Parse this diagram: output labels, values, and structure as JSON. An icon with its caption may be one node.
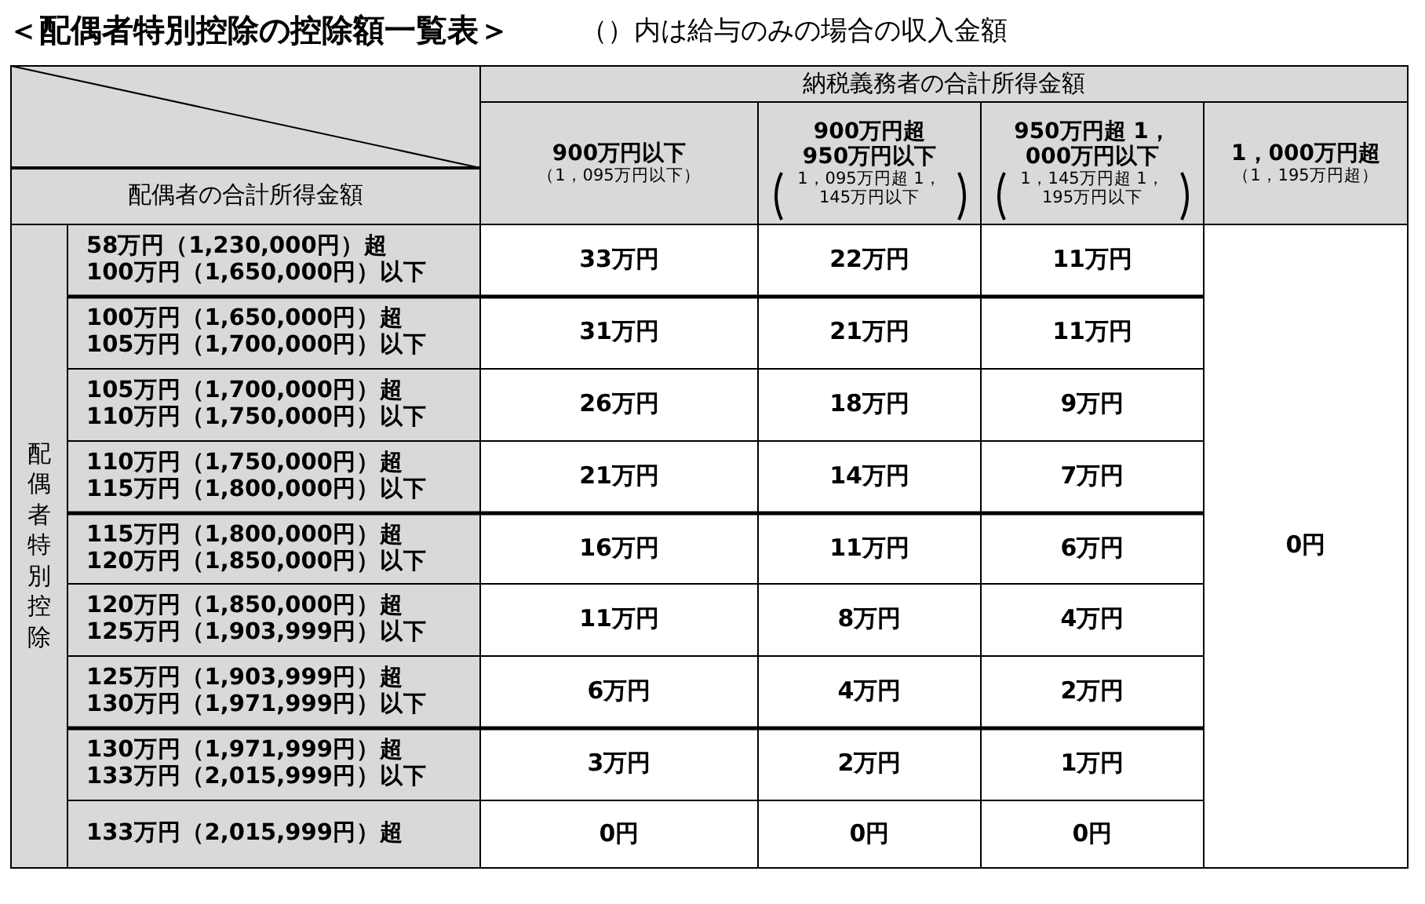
{
  "diagram": {
    "title": "＜配偶者特別控除の控除額一覧表＞",
    "labels": [
      "（）内は給与のみの場合の収入金額",
      "納税義務者の合計所得金額",
      "配偶者の合計所得金額",
      "900万円以下",
      "（1，095万円以下）",
      "900万円超 950万円以下",
      "1，095万円超 1，145万円以下",
      "950万円超 1，000万円以下",
      "1，145万円超 1，195万円以下",
      "1，000万円超",
      "（1，195万円超）",
      "配偶者特別控除",
      "58万円（1,230,000円）超",
      "100万円（1,650,000円）以下",
      "33万円",
      "22万円",
      "11万円",
      "0円",
      "100万円（1,650,000円）超",
      "105万円（1,700,000円）以下",
      "31万円",
      "21万円",
      "11万円",
      "105万円（1,700,000円）超",
      "110万円（1,750,000円）以下",
      "26万円",
      "18万円",
      "9万円",
      "110万円（1,750,000円）超",
      "115万円（1,800,000円）以下",
      "21万円",
      "14万円",
      "7万円",
      "115万円（1,800,000円）超",
      "120万円（1,850,000円）以下",
      "16万円",
      "11万円",
      "6万円",
      "120万円（1,850,000円）超",
      "125万円（1,903,999円）以下",
      "11万円",
      "8万円",
      "4万円",
      "125万円（1,903,999円）超",
      "130万円（1,971,999円）以下",
      "6万円",
      "4万円",
      "2万円",
      "130万円（1,971,999円）超",
      "133万円（2,015,999円）以下",
      "3万円",
      "2万円",
      "1万円",
      "133万円（2,015,999円）超",
      "0円",
      "0円",
      "0円"
    ]
  }
}
